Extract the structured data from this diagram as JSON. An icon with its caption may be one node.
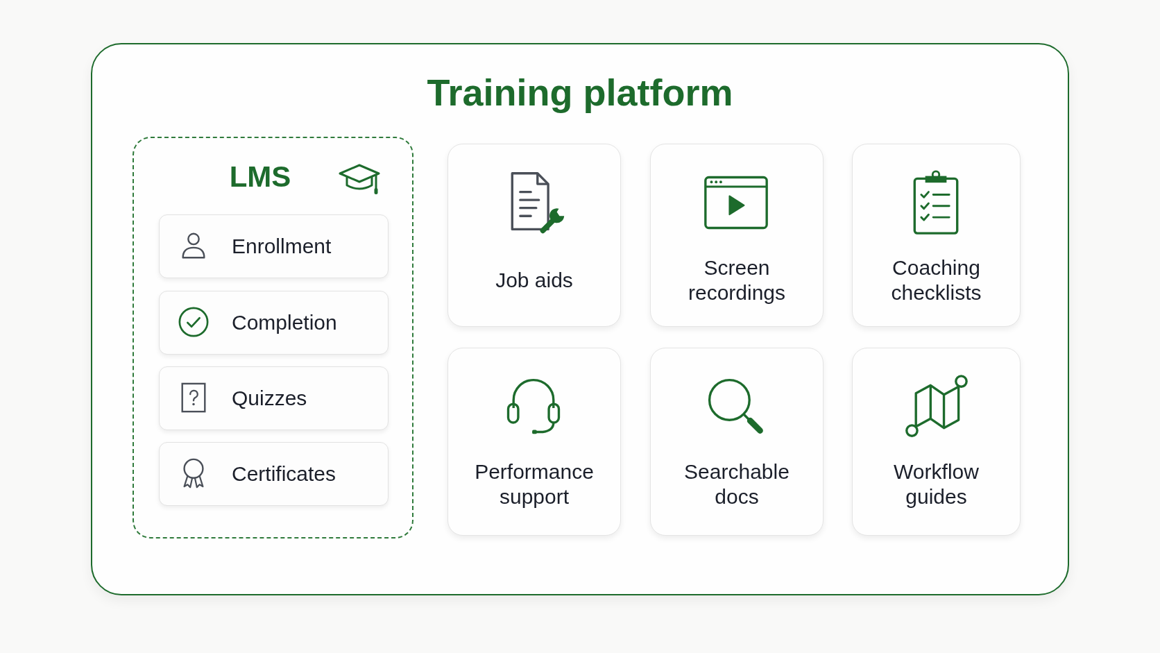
{
  "diagram": {
    "nodes": [
      {
        "text": [
          "Training platform"
        ]
      },
      {
        "text": [
          "LMS"
        ],
        "in": 0
      },
      {
        "text": [
          "Enrollment"
        ],
        "in": 1
      },
      {
        "text": [
          "Completion"
        ],
        "in": 1
      },
      {
        "text": [
          "Quizzes"
        ],
        "in": 1
      },
      {
        "text": [
          "Certificates"
        ],
        "in": 1
      },
      {
        "text": [
          "Job aids"
        ],
        "in": 0
      },
      {
        "text": [
          "Screen recordings"
        ],
        "in": 0
      },
      {
        "text": [
          "Coaching checklists"
        ],
        "in": 0
      },
      {
        "text": [
          "Performance support"
        ],
        "in": 0
      },
      {
        "text": [
          "Searchable docs"
        ],
        "in": 0
      },
      {
        "text": [
          "Workflow guides"
        ],
        "in": 0
      }
    ]
  }
}
